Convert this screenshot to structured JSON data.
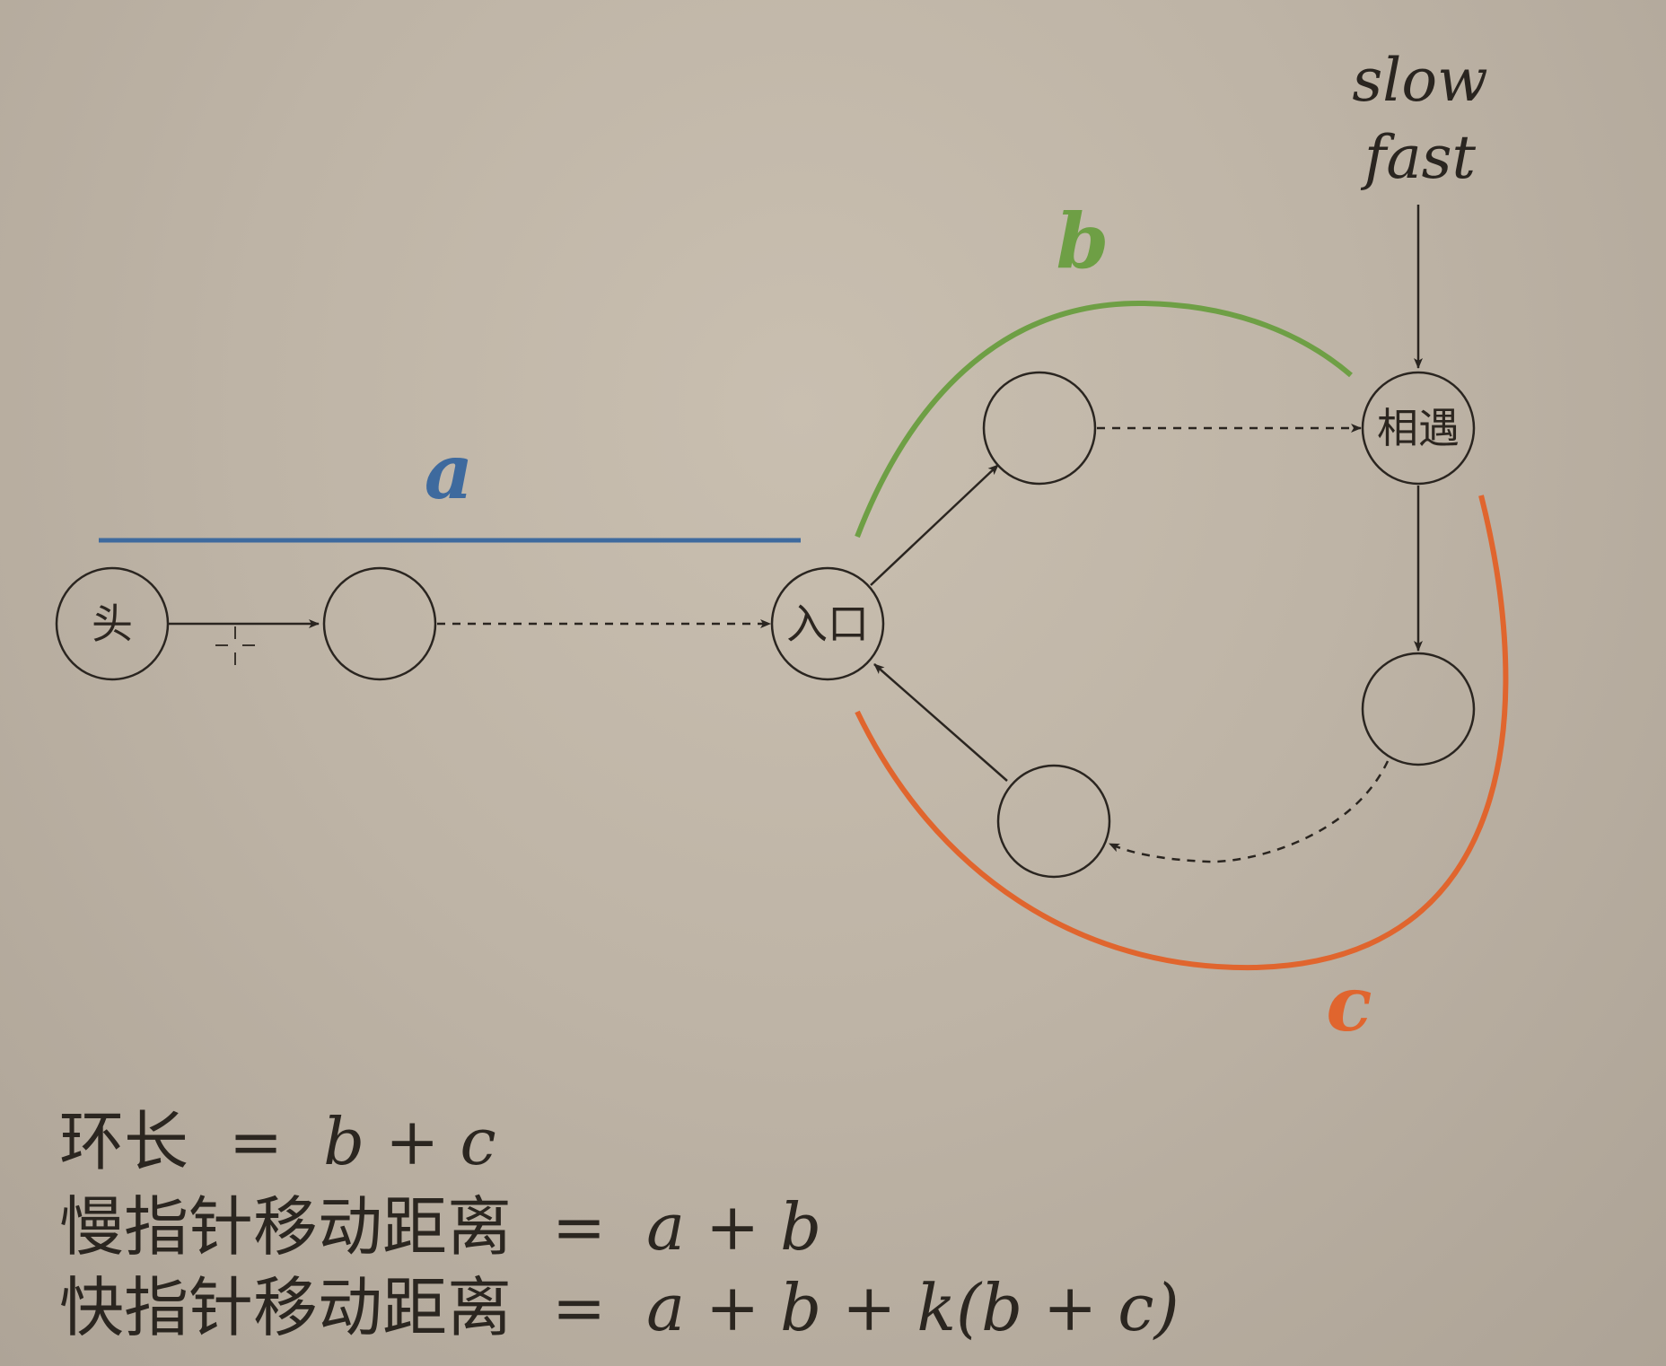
{
  "nodes": {
    "head": "头",
    "entrance": "入口",
    "meet": "相遇"
  },
  "pointers": {
    "slow": "slow",
    "fast": "fast"
  },
  "segments": {
    "a": {
      "label": "a",
      "color": "#3e6a9e"
    },
    "b": {
      "label": "b",
      "color": "#6e9f45"
    },
    "c": {
      "label": "c",
      "color": "#e0652e"
    }
  },
  "formulas": [
    {
      "lhs": "环长",
      "rhs": "b + c"
    },
    {
      "lhs": "慢指针移动距离",
      "rhs": "a + b"
    },
    {
      "lhs": "快指针移动距离",
      "rhs": "a + b + k(b + c)"
    }
  ]
}
